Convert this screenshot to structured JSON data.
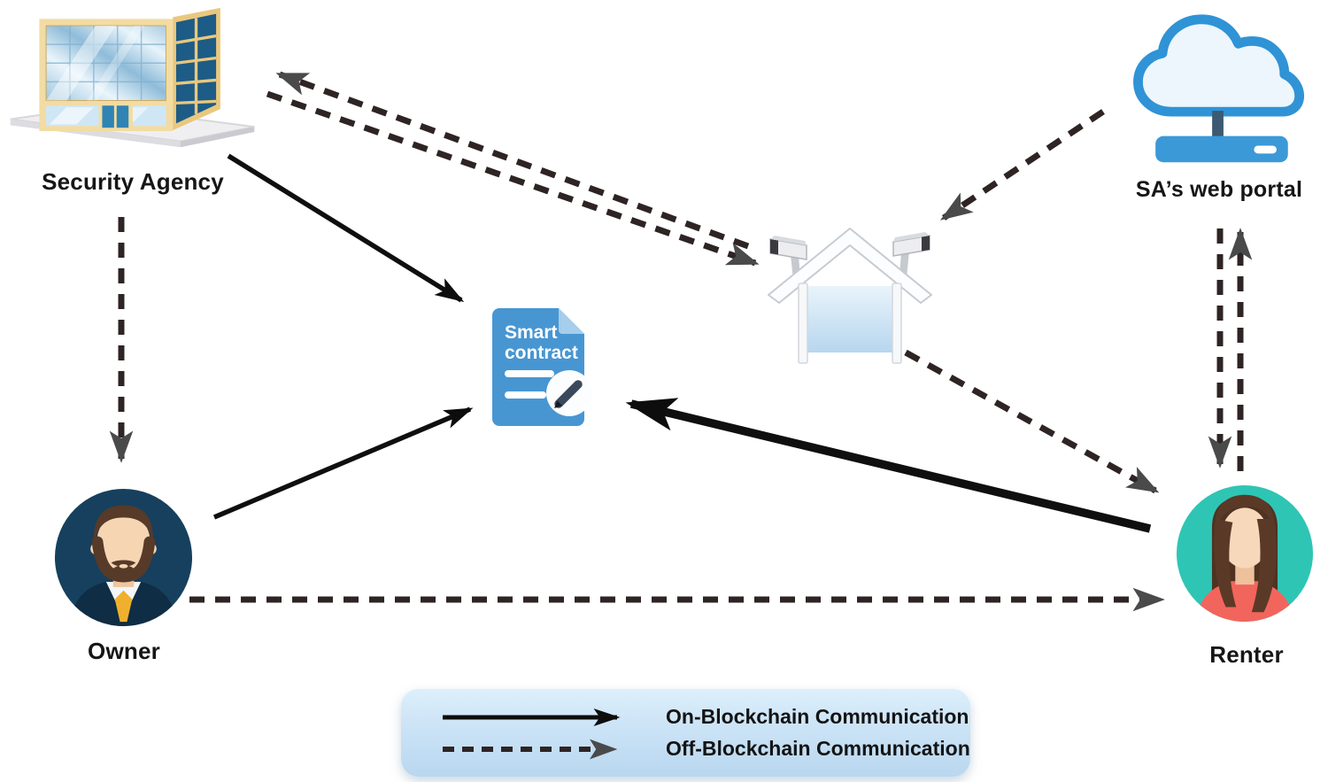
{
  "nodes": {
    "security_agency": {
      "label": "Security Agency"
    },
    "sa_web_portal": {
      "label": "SA’s web portal"
    },
    "smart_contract": {
      "line1": "Smart",
      "line2": "contract"
    },
    "smart_home": {
      "label": ""
    },
    "owner": {
      "label": "Owner"
    },
    "renter": {
      "label": "Renter"
    }
  },
  "legend": {
    "items": [
      {
        "line_style": "solid",
        "label": "On-Blockchain Communication"
      },
      {
        "line_style": "dashed",
        "label": "Off-Blockchain Communication"
      }
    ]
  },
  "edges": [
    {
      "from": "smart_home",
      "to": "security_agency",
      "type": "off-blockchain"
    },
    {
      "from": "security_agency",
      "to": "smart_home",
      "type": "off-blockchain"
    },
    {
      "from": "sa_web_portal",
      "to": "smart_home",
      "type": "off-blockchain"
    },
    {
      "from": "security_agency",
      "to": "smart_contract",
      "type": "on-blockchain"
    },
    {
      "from": "security_agency",
      "to": "owner",
      "type": "off-blockchain"
    },
    {
      "from": "owner",
      "to": "smart_contract",
      "type": "on-blockchain"
    },
    {
      "from": "renter",
      "to": "smart_contract",
      "type": "on-blockchain"
    },
    {
      "from": "smart_home",
      "to": "renter",
      "type": "off-blockchain"
    },
    {
      "from": "sa_web_portal",
      "to": "renter",
      "type": "off-blockchain"
    },
    {
      "from": "renter",
      "to": "sa_web_portal",
      "type": "off-blockchain"
    },
    {
      "from": "owner",
      "to": "renter",
      "type": "off-blockchain"
    }
  ],
  "colors": {
    "on_blockchain_line": "#0f0f0f",
    "off_blockchain_line": "#2e2424",
    "dashed_arrowhead": "#4a4a4a",
    "legend_background": "#cbe3f6",
    "contract_blue": "#4796d2",
    "cloud_blue": "#2f93d6",
    "owner_background": "#16405e",
    "renter_background": "#2fc5b5",
    "renter_shirt": "#f2655c",
    "owner_tie": "#f0b02e",
    "label_text": "#161616"
  }
}
